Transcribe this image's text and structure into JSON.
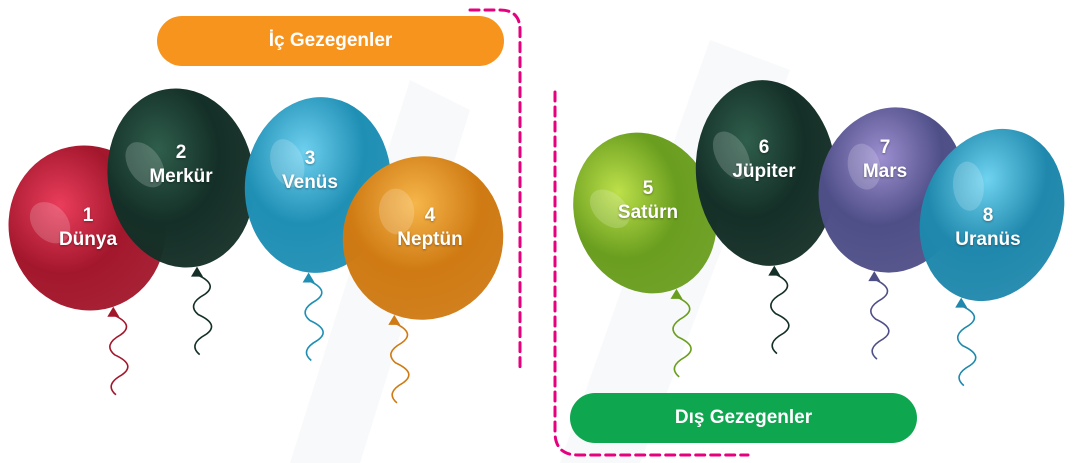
{
  "groups": {
    "inner": {
      "title": "İç Gezegenler",
      "color": "#f7941d"
    },
    "outer": {
      "title": "Dış Gezegenler",
      "color": "#0fa650"
    }
  },
  "frame_color": "#e6007e",
  "balloons": [
    {
      "number": "1",
      "name": "Dünya",
      "color": "#a3172c",
      "highlight": "#ea3d5c",
      "group": "inner"
    },
    {
      "number": "2",
      "name": "Merkür",
      "color": "#142f27",
      "highlight": "#2f5e4c",
      "group": "inner"
    },
    {
      "number": "3",
      "name": "Venüs",
      "color": "#1f8fb4",
      "highlight": "#6fd0ef",
      "group": "inner"
    },
    {
      "number": "4",
      "name": "Neptün",
      "color": "#cf7a13",
      "highlight": "#f6b64a",
      "group": "inner"
    },
    {
      "number": "5",
      "name": "Satürn",
      "color": "#6a9e1f",
      "highlight": "#bde04a",
      "group": "outer"
    },
    {
      "number": "6",
      "name": "Jüpiter",
      "color": "#142f27",
      "highlight": "#2f5e4c",
      "group": "outer"
    },
    {
      "number": "7",
      "name": "Mars",
      "color": "#4f4f88",
      "highlight": "#9d8fd0",
      "group": "outer"
    },
    {
      "number": "8",
      "name": "Uranüs",
      "color": "#1f88ac",
      "highlight": "#6fd3f0",
      "group": "outer"
    }
  ]
}
